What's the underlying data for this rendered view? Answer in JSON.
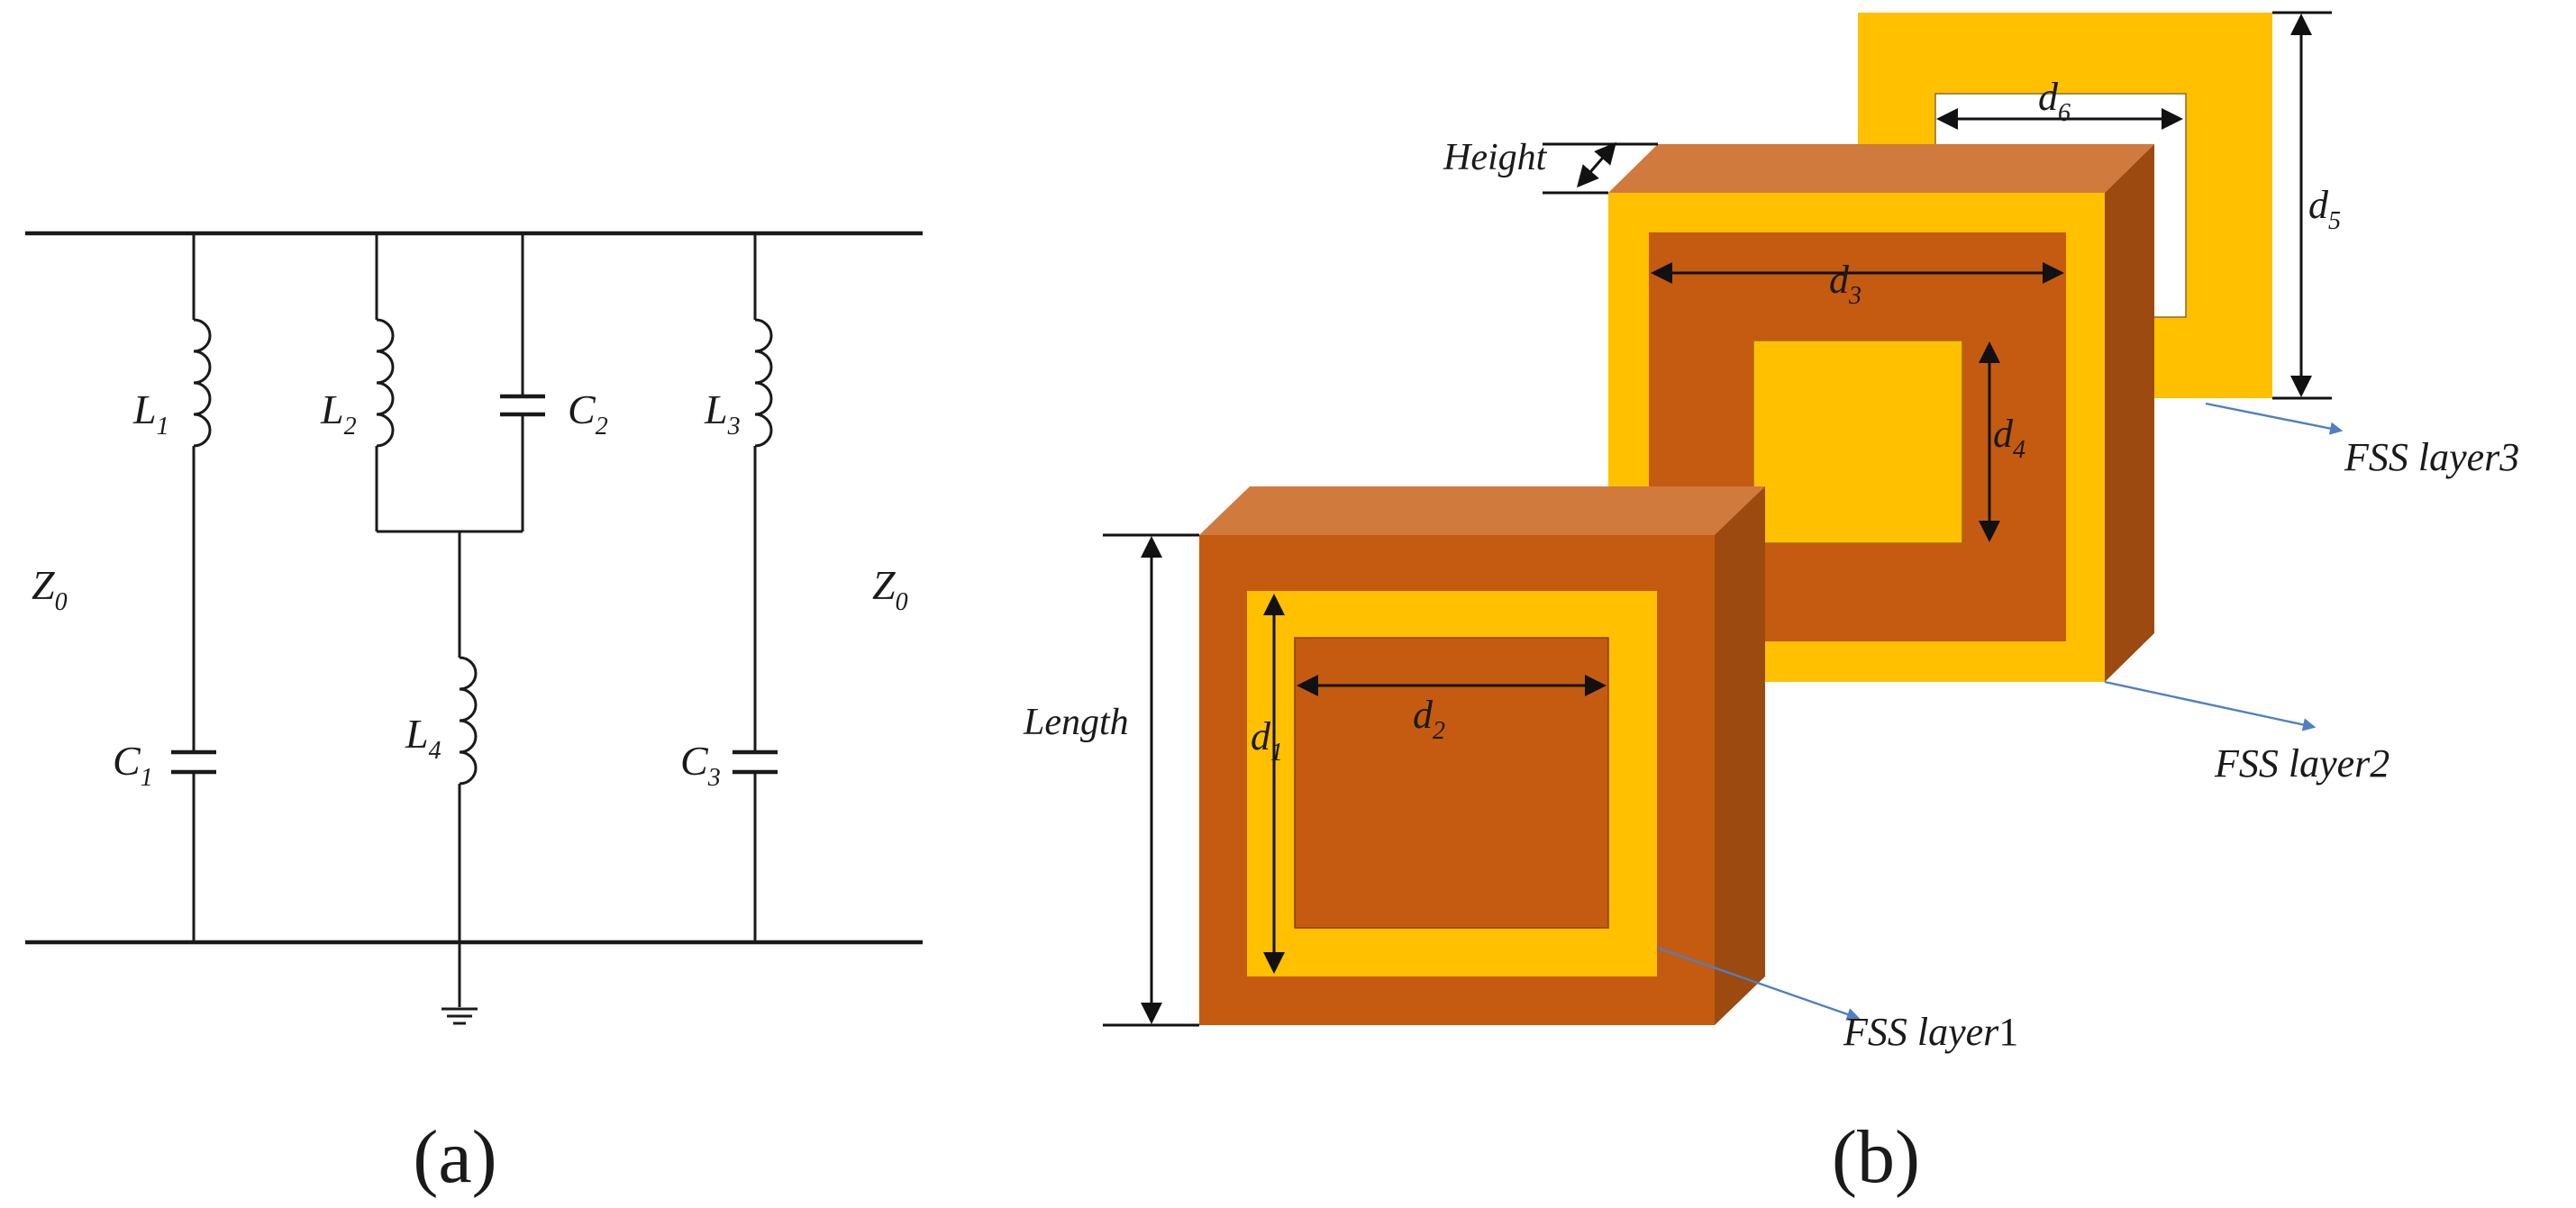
{
  "panel_a": {
    "caption": "(a)",
    "labels": {
      "z0_left": "Z",
      "z0_left_sub": "0",
      "z0_right": "Z",
      "z0_right_sub": "0",
      "l1": "L",
      "l1_sub": "1",
      "l2": "L",
      "l2_sub": "2",
      "l3": "L",
      "l3_sub": "3",
      "l4": "L",
      "l4_sub": "4",
      "c1": "C",
      "c1_sub": "1",
      "c2": "C",
      "c2_sub": "2",
      "c3": "C",
      "c3_sub": "3"
    }
  },
  "panel_b": {
    "caption": "(b)",
    "labels": {
      "height": "Height",
      "length": "Length",
      "d1": "d",
      "d1_sub": "1",
      "d2": "d",
      "d2_sub": "2",
      "d3": "d",
      "d3_sub": "3",
      "d4": "d",
      "d4_sub": "4",
      "d5": "d",
      "d5_sub": "5",
      "d6": "d",
      "d6_sub": "6",
      "layer1": "FSS layer",
      "layer1_num": "1",
      "layer2": "FSS layer",
      "layer2_num": "2",
      "layer3": "FSS layer",
      "layer3_num": "3"
    },
    "colors": {
      "yellow": "#FFC000",
      "brown_face": "#C55A11",
      "brown_top": "#D07A3E",
      "brown_side": "#9C4A10",
      "leader_line": "#4F7FC0"
    }
  }
}
